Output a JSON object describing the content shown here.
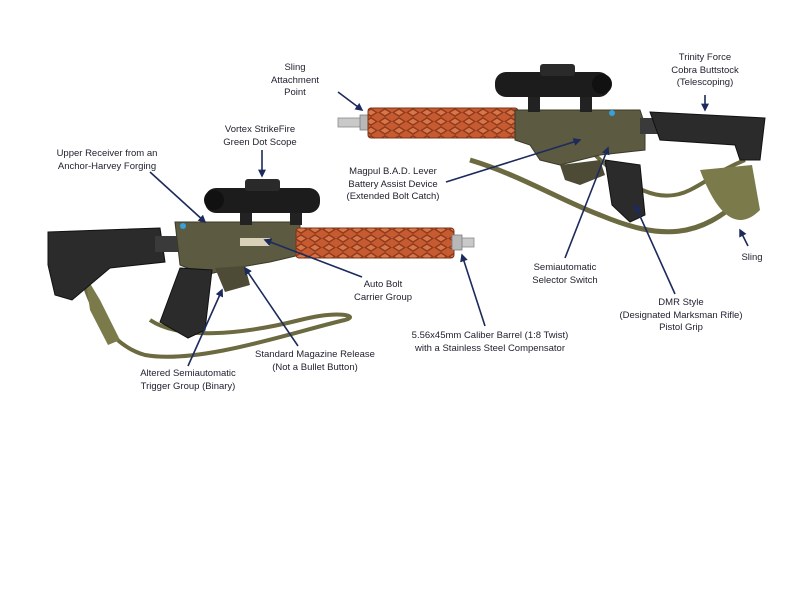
{
  "labels": {
    "trinity": [
      "Trinity Force",
      "Cobra Buttstock",
      "(Telescoping)"
    ],
    "sling_point": [
      "Sling",
      "Attachment",
      "Point"
    ],
    "vortex": [
      "Vortex StrikeFire",
      "Green Dot Scope"
    ],
    "upper": [
      "Upper Receiver from an",
      "Anchor-Harvey Forging"
    ],
    "magpul": [
      "Magpul B.A.D. Lever",
      "Battery Assist Device",
      "(Extended Bolt Catch)"
    ],
    "sling": [
      "Sling"
    ],
    "semi_selector": [
      "Semiautomatic",
      "Selector Switch"
    ],
    "bcg": [
      "Auto Bolt",
      "Carrier Group"
    ],
    "dmr": [
      "DMR Style",
      "(Designated Marksman Rifle)",
      "Pistol Grip"
    ],
    "barrel": [
      "5.56x45mm Caliber Barrel (1:8 Twist)",
      "with a Stainless Steel Compensator"
    ],
    "mag_release": [
      "Standard Magazine Release",
      "(Not a Bullet Button)"
    ],
    "trigger": [
      "Altered Semiautomatic",
      "Trigger Group (Binary)"
    ]
  },
  "colors": {
    "arrow": "#1d2a5c",
    "handguard": "#c4562e",
    "receiver": "#5c5a40",
    "stock": "#2b2b2b",
    "sling": "#6b6a40",
    "steel": "#c9c9c9"
  }
}
